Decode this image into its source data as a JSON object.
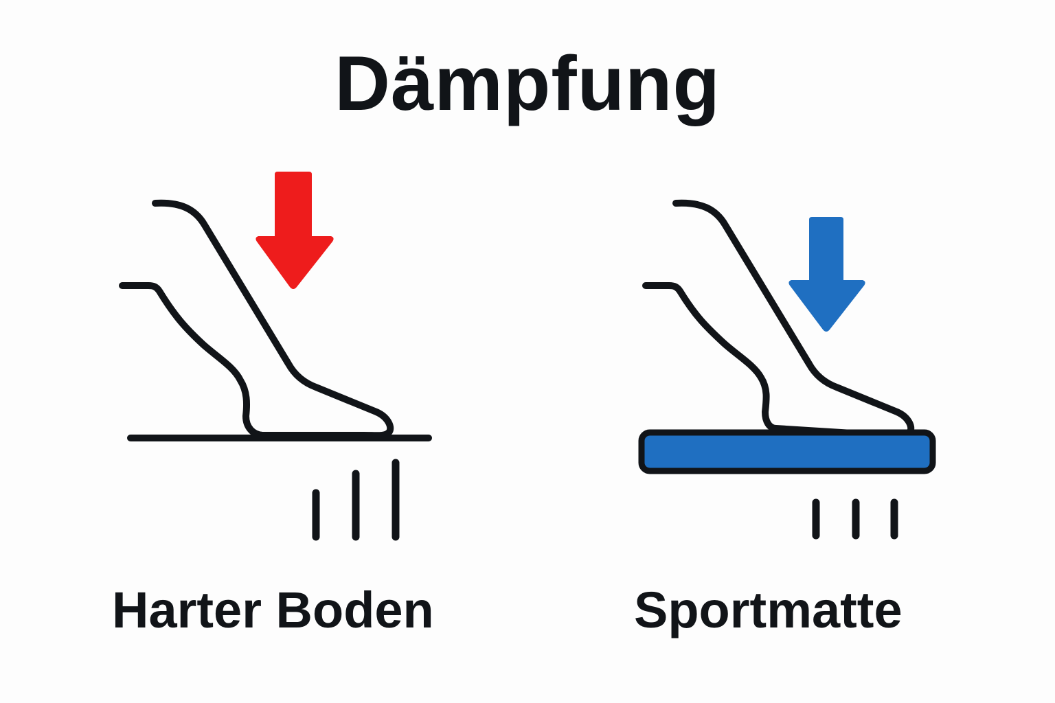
{
  "title": "Dämpfung",
  "colors": {
    "ink": "#111418",
    "hard_arrow": "#ee1c1c",
    "mat_arrow": "#1f6fc1",
    "mat_fill": "#1f6fc1",
    "background": "#fdfdfd"
  },
  "panels": [
    {
      "label": "Harter Boden",
      "surface": "hard-floor",
      "arrow_color": "#ee1c1c",
      "impact_lines": 3
    },
    {
      "label": "Sportmatte",
      "surface": "sports-mat",
      "arrow_color": "#1f6fc1",
      "impact_lines": 3
    }
  ],
  "icons": [
    "foot-icon",
    "down-arrow-icon",
    "impact-lines-icon",
    "floor-line-icon",
    "mat-icon"
  ]
}
